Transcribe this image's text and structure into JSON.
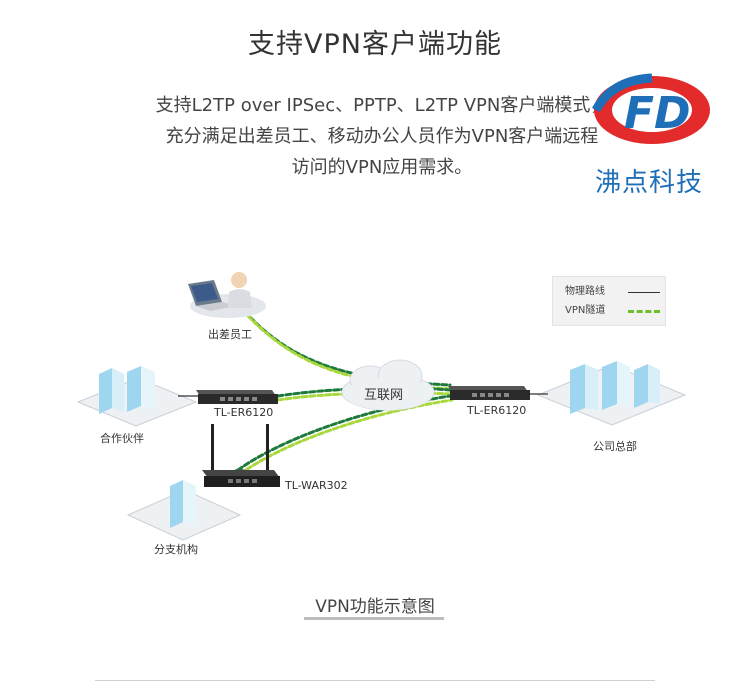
{
  "title": "支持VPN客户端功能",
  "intro": {
    "line1": "支持L2TP over IPSec、PPTP、L2TP VPN客户端模式，",
    "line2": "充分满足出差员工、移动办公人员作为VPN客户端远程",
    "line3": "访问的VPN应用需求。"
  },
  "logo": {
    "text": "沸点科技",
    "mark": "FD",
    "colors": {
      "red": "#e32b2b",
      "blue": "#1f6fb8"
    }
  },
  "diagram": {
    "nodes": {
      "employee": "出差员工",
      "partner": "合作伙伴",
      "branch": "分支机构",
      "hq": "公司总部",
      "internet": "互联网",
      "router_left": "TL-ER6120",
      "router_right": "TL-ER6120",
      "wireless_router": "TL-WAR302"
    },
    "legend": {
      "physical": "物理路线",
      "vpn": "VPN隧道"
    },
    "colors": {
      "vpn_tunnel": "#6fbf2c",
      "vpn_tunnel_dark": "#1e7a3c",
      "physical_line": "#333333"
    }
  },
  "caption": "VPN功能示意图"
}
